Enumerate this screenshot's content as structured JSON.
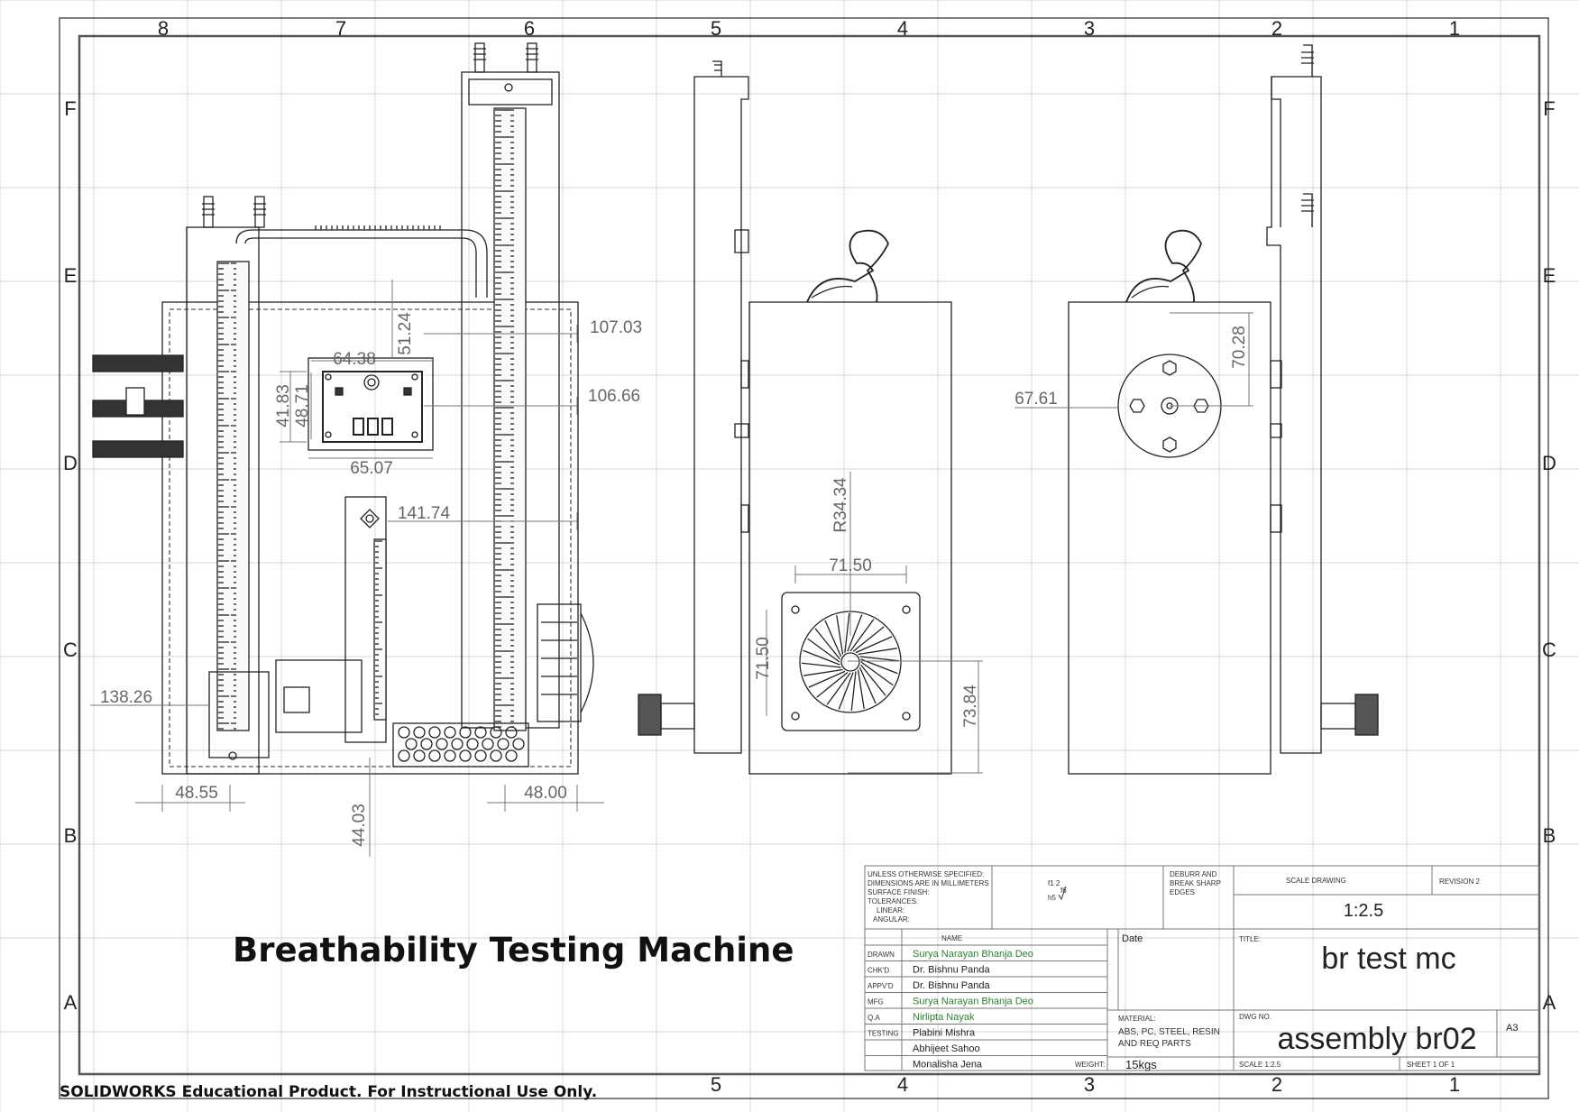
{
  "sheet": {
    "col_labels": [
      "8",
      "7",
      "6",
      "5",
      "4",
      "3",
      "2",
      "1"
    ],
    "row_labels": [
      "F",
      "E",
      "D",
      "C",
      "B",
      "A"
    ],
    "bottom_col_labels": [
      "5",
      "4",
      "3",
      "2",
      "1"
    ],
    "size": "A3"
  },
  "title": "Breathability Testing Machine",
  "footer": "SOLIDWORKS Educational Product. For Instructional Use Only.",
  "dimensions": {
    "front": [
      "107.03",
      "106.66",
      "64.38",
      "51.24",
      "41.83",
      "48.71",
      "65.07",
      "141.74",
      "138.26",
      "48.55",
      "48.00",
      "44.03"
    ],
    "side": [
      "R34.34",
      "71.50",
      "71.50",
      "73.84"
    ],
    "right": [
      "67.61",
      "70.28"
    ]
  },
  "title_block": {
    "notes": [
      "UNLESS OTHERWISE SPECIFIED:",
      "DIMENSIONS ARE IN MILLIMETERS",
      "SURFACE FINISH:",
      "TOLERANCES:",
      "LINEAR:",
      "ANGULAR:"
    ],
    "deburr": [
      "DEBURR AND",
      "BREAK SHARP",
      "EDGES"
    ],
    "scale_drawing_label": "SCALE DRAWING",
    "revision": "REVISION 2",
    "scale": "1:2.5",
    "name_header": "NAME",
    "date_header": "Date",
    "rows": [
      {
        "role": "DRAWN",
        "name": "Surya Narayan Bhanja Deo",
        "green": true
      },
      {
        "role": "CHK'D",
        "name": "Dr. Bishnu Panda",
        "green": false
      },
      {
        "role": "APPV'D",
        "name": "Dr. Bishnu Panda",
        "green": false
      },
      {
        "role": "MFG",
        "name": "Surya Narayan Bhanja Deo",
        "green": true
      },
      {
        "role": "Q.A",
        "name": "Nirlipta Nayak",
        "green": true
      },
      {
        "role": "TESTING",
        "name": "Plabini Mishra",
        "green": false
      },
      {
        "role": "",
        "name": "Abhijeet Sahoo",
        "green": false
      },
      {
        "role": "",
        "name": "Monalisha Jena",
        "green": false
      }
    ],
    "material_label": "MATERIAL:",
    "material": [
      "ABS, PC, STEEL, RESIN",
      "AND REQ PARTS"
    ],
    "weight_label": "WEIGHT:",
    "weight": "15kgs",
    "title_label": "TITLE:",
    "title": "br test mc",
    "dwg_label": "DWG NO.",
    "dwg_no": "assembly br02",
    "size": "A3",
    "scale_footer": "SCALE 1:2.5",
    "sheet": "SHEET 1 OF 1",
    "finish_symbol_lines": [
      "f1 2",
      "h5",
      "f6"
    ]
  }
}
